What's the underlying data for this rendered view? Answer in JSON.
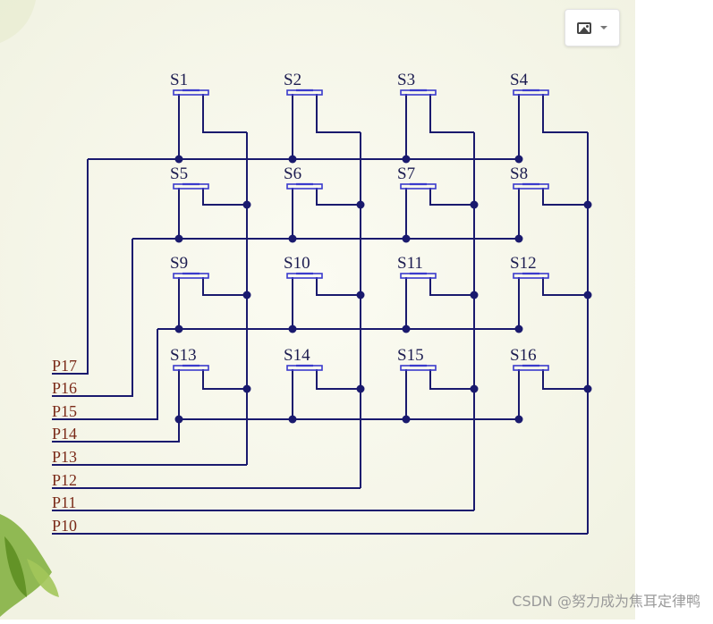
{
  "switches": [
    "S1",
    "S2",
    "S3",
    "S4",
    "S5",
    "S6",
    "S7",
    "S8",
    "S9",
    "S10",
    "S11",
    "S12",
    "S13",
    "S14",
    "S15",
    "S16"
  ],
  "ports": [
    "P17",
    "P16",
    "P15",
    "P14",
    "P13",
    "P12",
    "P11",
    "P10"
  ],
  "watermark": "CSDN @努力成为焦耳定律鸭",
  "toolbar": {
    "icon": "image-icon",
    "dropdown_icon": "chevron-down-icon"
  },
  "colors": {
    "wire": "#1a1a6e",
    "switch": "#3a3acc",
    "switch_label": "#1c1c50",
    "port_label": "#7a2a18"
  }
}
